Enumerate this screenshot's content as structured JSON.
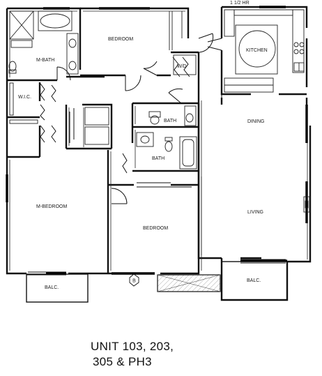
{
  "plan": {
    "labels": {
      "m_bath": "M-BATH",
      "bedroom_top": "BEDROOM",
      "wic": "W.I.C.",
      "wd": "W/D",
      "bath_upper": "BATH",
      "bath_lower": "BATH",
      "kitchen": "KITCHEN",
      "dining": "DINING",
      "living": "LIVING",
      "m_bedroom": "M-BEDROOM",
      "bedroom_lower": "BEDROOM",
      "balc_left": "BALC.",
      "balc_right": "BALC.",
      "column_marker": "B",
      "header_note": "1 1/2 HR"
    },
    "caption": {
      "line1": "UNIT 103, 203,",
      "line2": "305 & PH3"
    }
  }
}
